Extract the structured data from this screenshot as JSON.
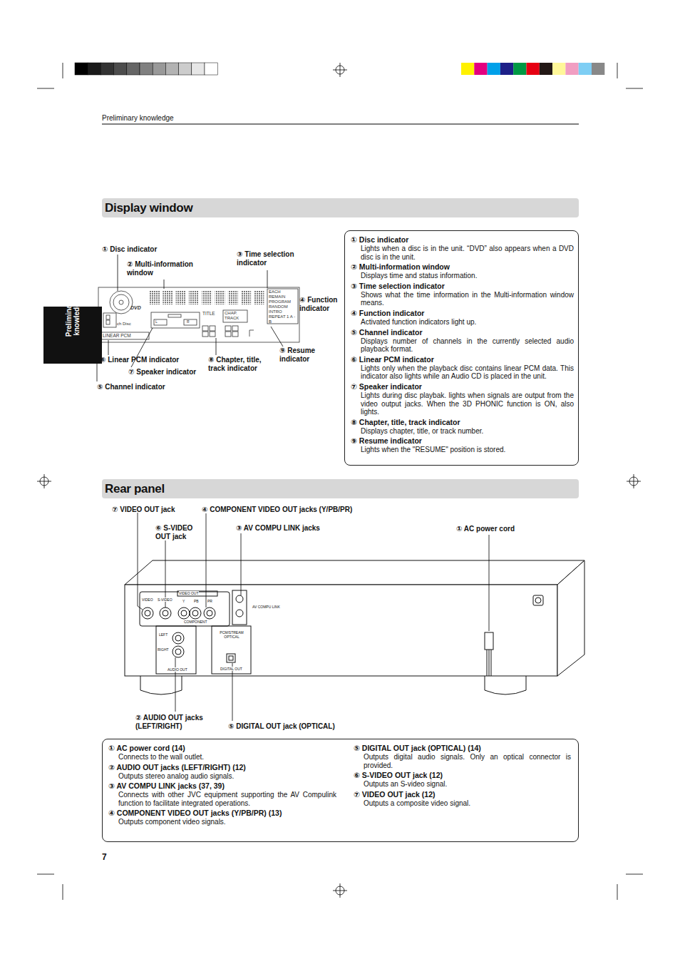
{
  "diagram": {
    "nodes": [
      {
        "text": [
          "Preliminary knowledge"
        ]
      },
      {
        "text": [
          "Display window"
        ]
      },
      {
        "text": [
          "DVD",
          "ch Disc",
          "LINEAR PCM",
          "L",
          "R",
          "TITLE",
          "CHAP. TRACK",
          "EACH REMAIN PROGRAM RANDOM INTRO REPEAT 1 A - B"
        ]
      },
      {
        "text": [
          "① Disc indicator",
          "Lights when a disc is in the unit. “DVD” also appears when a DVD disc is in the unit.",
          "② Multi-information window",
          "Displays time and status information.",
          "③ Time selection indicator",
          "Shows what the time information in the Multi-information window means.",
          "④ Function indicator",
          "Activated function indicators light up.",
          "⑤ Channel indicator",
          "Displays number of channels in the currently selected audio playback format.",
          "⑥ Linear PCM indicator",
          "Lights only when the playback disc contains linear PCM data. This indicator also lights while an Audio CD is placed in the unit.",
          "⑦ Speaker indicator",
          "Lights during disc playbak. lights when signals are output from the video output jacks. When the 3D PHONIC function is ON, also lights.",
          "⑧ Chapter, title, track indicator",
          "Displays chapter, title, or track number.",
          "⑨ Resume indicator",
          "Lights when the \"RESUME\" position is stored."
        ]
      },
      {
        "text": [
          "Rear panel"
        ]
      },
      {
        "text": [
          "VIDEO OUT",
          "VIDEO",
          "S-VIDEO",
          "Y",
          "PB",
          "PR",
          "COMPONENT",
          "AV COMPU LINK",
          "LEFT",
          "RIGHT",
          "AUDIO OUT",
          "PCM/STREAM OPTICAL",
          "DIGITAL OUT"
        ]
      },
      {
        "text": [
          "① AC power cord (14)",
          "Connects to the wall outlet.",
          "② AUDIO OUT jacks (LEFT/RIGHT) (12)",
          "Outputs stereo analog audio signals.",
          "③ AV COMPU LINK jacks (37, 39)",
          "Connects with other JVC equipment supporting the AV Compulink function to facilitate integrated operations.",
          "④ COMPONENT VIDEO OUT jacks (Y/PB/PR) (13)",
          "Outputs component video signals.",
          "⑤ DIGITAL OUT jack (OPTICAL) (14)",
          "Outputs digital audio signals. Only an optical connector is provided.",
          "⑥ S-VIDEO OUT jack (12)",
          "Outputs an S-video signal.",
          "⑦ VIDEO OUT jack (12)",
          "Outputs a composite video signal."
        ]
      }
    ],
    "labels": [
      "Preliminary knowledge",
      "① Disc indicator",
      "② Multi-information window",
      "③ Time selection indicator",
      "④ Function indicator",
      "⑨ Resume indicator",
      "⑥ Linear PCM indicator",
      "⑧ Chapter, title, track indicator",
      "⑦ Speaker indicator",
      "⑤ Channel indicator",
      "⑦ VIDEO OUT jack",
      "④ COMPONENT VIDEO OUT jacks (Y/PB/PR)",
      "⑥ S-VIDEO OUT jack",
      "③ AV COMPU LINK jacks",
      "① AC power cord",
      "② AUDIO OUT jacks (LEFT/RIGHT)",
      "⑤ DIGITAL OUT jack (OPTICAL)",
      "7"
    ]
  }
}
